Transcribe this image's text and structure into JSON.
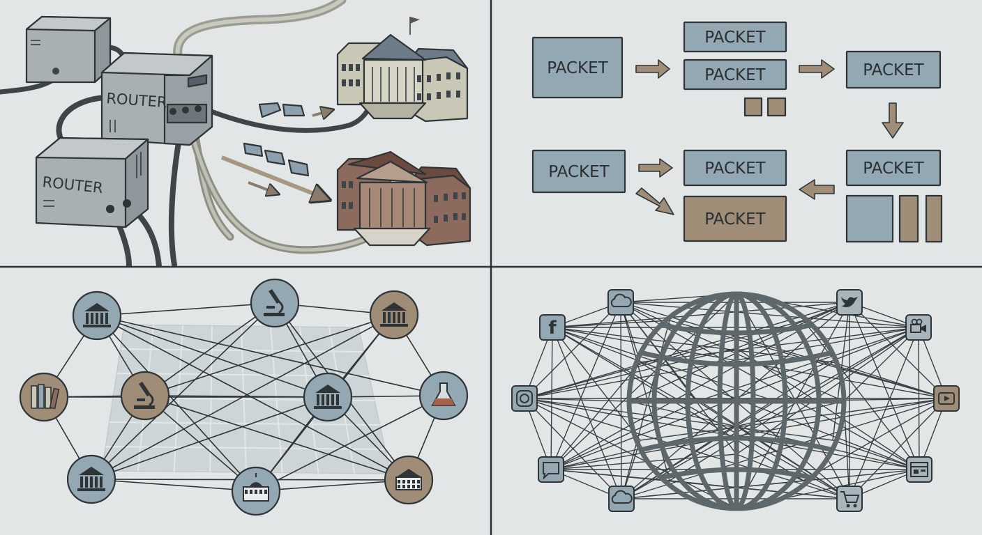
{
  "colors": {
    "background": "#e3e6e6",
    "ink": "#2f3436",
    "blue_grey": "#94a8b3",
    "brown": "#9f8d78",
    "router_grey": "#a9b0b3",
    "building_light": "#c9c8b7",
    "building_brown": "#8c6a5e",
    "roof_blue": "#6e7c8a"
  },
  "routing_panel": {
    "router_top_label": "ROUTER",
    "router_bottom_label": "ROUTER"
  },
  "packet_flow": {
    "packets": [
      {
        "id": "p1",
        "label": "PACKET",
        "tone": "blue"
      },
      {
        "id": "p2",
        "label": "PACKET",
        "tone": "blue"
      },
      {
        "id": "p3",
        "label": "PACKET",
        "tone": "blue"
      },
      {
        "id": "p4",
        "label": "PACKET",
        "tone": "blue"
      },
      {
        "id": "p5",
        "label": "PACKET",
        "tone": "blue"
      },
      {
        "id": "p6",
        "label": "PACKET",
        "tone": "blue"
      },
      {
        "id": "p7",
        "label": "PACKET",
        "tone": "blue"
      },
      {
        "id": "p8",
        "label": "PACKET",
        "tone": "brown"
      }
    ]
  },
  "institution_network": {
    "nodes": [
      {
        "id": "n1",
        "icon": "bank-icon",
        "tone": "blue"
      },
      {
        "id": "n2",
        "icon": "microscope-icon",
        "tone": "blue"
      },
      {
        "id": "n3",
        "icon": "bank-icon",
        "tone": "brown"
      },
      {
        "id": "n4",
        "icon": "books-icon",
        "tone": "brown"
      },
      {
        "id": "n5",
        "icon": "microscope-icon",
        "tone": "brown"
      },
      {
        "id": "n6",
        "icon": "bank-icon",
        "tone": "blue"
      },
      {
        "id": "n7",
        "icon": "flask-icon",
        "tone": "blue"
      },
      {
        "id": "n8",
        "icon": "bank-icon",
        "tone": "blue"
      },
      {
        "id": "n9",
        "icon": "capitol-icon",
        "tone": "blue"
      },
      {
        "id": "n10",
        "icon": "school-icon",
        "tone": "brown"
      }
    ]
  },
  "global_web": {
    "services": [
      {
        "id": "s1",
        "icon": "cloud-icon"
      },
      {
        "id": "s2",
        "icon": "twitter-icon"
      },
      {
        "id": "s3",
        "icon": "facebook-icon",
        "label": "f"
      },
      {
        "id": "s4",
        "icon": "video-camera-icon"
      },
      {
        "id": "s5",
        "icon": "camera-icon"
      },
      {
        "id": "s6",
        "icon": "play-icon"
      },
      {
        "id": "s7",
        "icon": "chat-icon"
      },
      {
        "id": "s8",
        "icon": "browser-icon"
      },
      {
        "id": "s9",
        "icon": "cloud-icon"
      },
      {
        "id": "s10",
        "icon": "cart-icon"
      }
    ]
  }
}
